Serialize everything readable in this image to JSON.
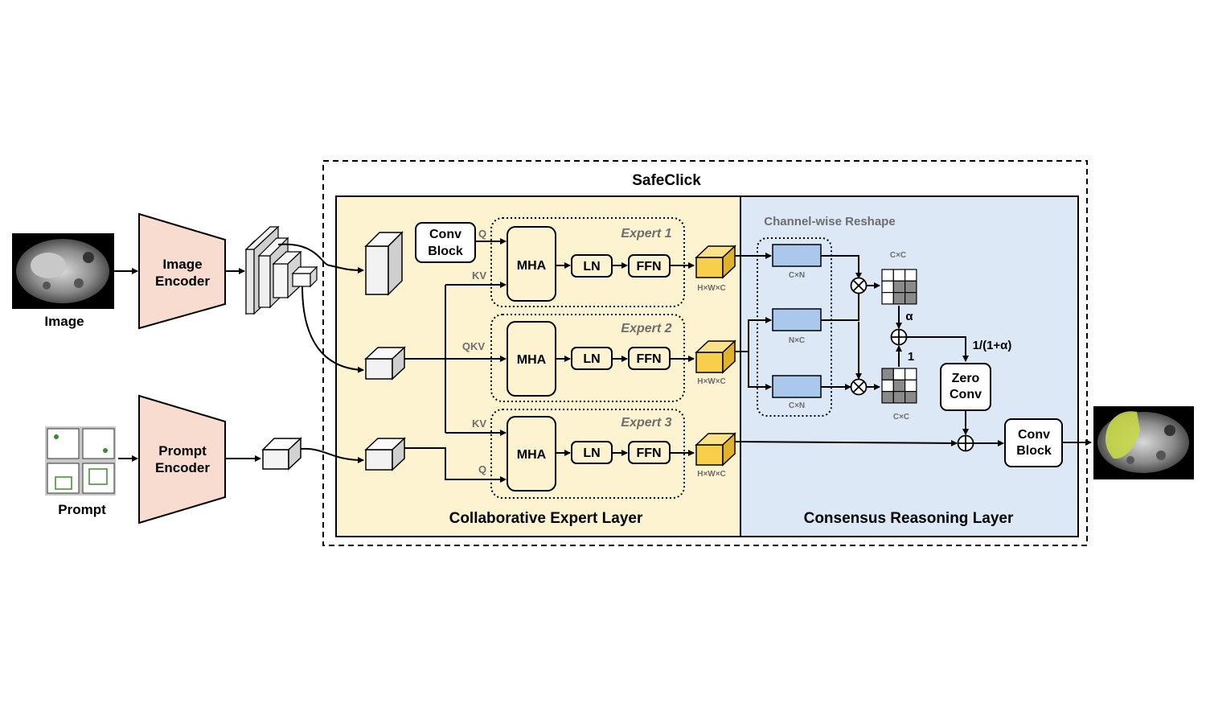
{
  "title": "SafeClick",
  "inputs": {
    "image_label": "Image",
    "prompt_label": "Prompt"
  },
  "encoders": {
    "image_line1": "Image",
    "image_line2": "Encoder",
    "prompt_line1": "Prompt",
    "prompt_line2": "Encoder"
  },
  "cel": {
    "title": "Collaborative Expert Layer",
    "conv_line1": "Conv",
    "conv_line2": "Block",
    "q": "Q",
    "kv": "KV",
    "qkv": "QKV",
    "experts": [
      {
        "name": "Expert 1",
        "mha": "MHA",
        "ln": "LN",
        "ffn": "FFN",
        "out": "H×W×C"
      },
      {
        "name": "Expert 2",
        "mha": "MHA",
        "ln": "LN",
        "ffn": "FFN",
        "out": "H×W×C"
      },
      {
        "name": "Expert 3",
        "mha": "MHA",
        "ln": "LN",
        "ffn": "FFN",
        "out": "H×W×C"
      }
    ],
    "kv3": "KV",
    "q3": "Q"
  },
  "crl": {
    "title": "Consensus Reasoning Layer",
    "reshape": "Channel-wise Reshape",
    "cxn1": "C×N",
    "nxc": "N×C",
    "cxn2": "C×N",
    "cxc_top": "C×C",
    "cxc_bot": "C×C",
    "alpha": "α",
    "one": "1",
    "scale": "1/(1+α)",
    "zero_line1": "Zero",
    "zero_line2": "Conv",
    "conv_line1": "Conv",
    "conv_line2": "Block"
  },
  "colors": {
    "expert_bg": "#fdf3d0",
    "consensus_bg": "#dde8f6",
    "encoder": "#f8dcd0",
    "feature": "#f8cf4a",
    "reshape_box": "#a9c8ec",
    "mask": "#c9d84a"
  }
}
